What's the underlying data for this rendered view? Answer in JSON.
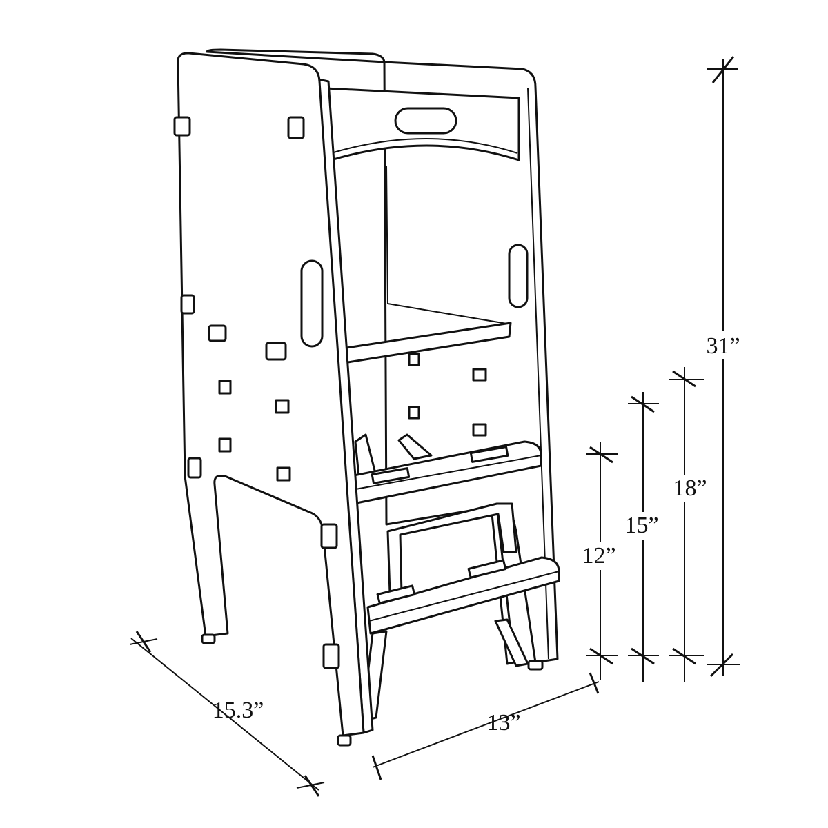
{
  "dimensions": {
    "overall_height": "31”",
    "platform_high": "18”",
    "platform_mid": "15”",
    "platform_low": "12”",
    "depth": "15.3”",
    "width": "13”"
  },
  "colors": {
    "line": "#111111",
    "background": "#ffffff"
  }
}
